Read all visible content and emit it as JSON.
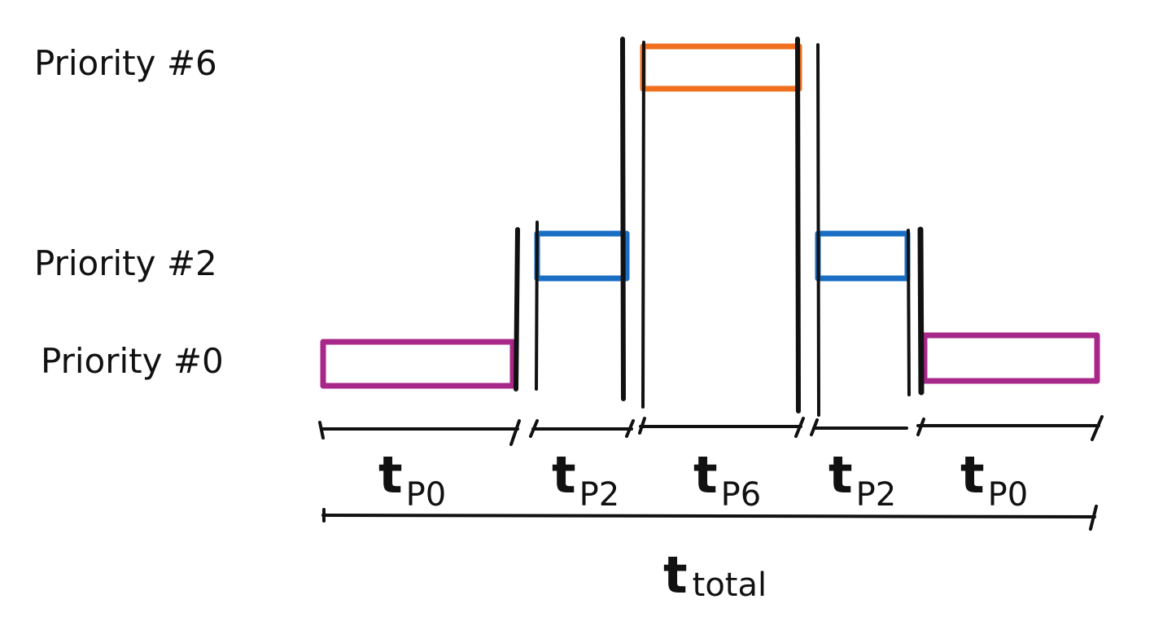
{
  "rows": {
    "p6": "Priority #6",
    "p2": "Priority #2",
    "p0": "Priority #0"
  },
  "colors": {
    "p6": "#f07020",
    "p2": "#1a6fc4",
    "p0": "#a8288a",
    "ink": "#111111"
  },
  "segments": [
    {
      "t": "t",
      "sub": "P0"
    },
    {
      "t": "t",
      "sub": "P2"
    },
    {
      "t": "t",
      "sub": "P6"
    },
    {
      "t": "t",
      "sub": "P2"
    },
    {
      "t": "t",
      "sub": "P0"
    }
  ],
  "total": {
    "t": "t",
    "sub": "total"
  }
}
